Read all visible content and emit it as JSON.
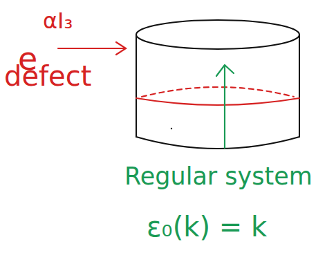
{
  "diagram": {
    "labels": [
      "e",
      "αI₃",
      "defect",
      "Regular system",
      "ε₀(k) = k"
    ]
  }
}
